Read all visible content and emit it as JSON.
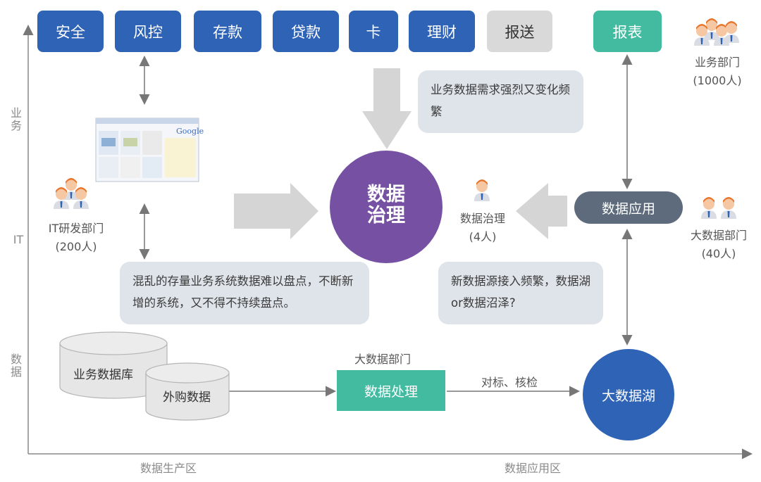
{
  "top_buttons": [
    "安全",
    "风控",
    "存款",
    "贷款",
    "卡",
    "理财",
    "报送"
  ],
  "report_button": "报表",
  "business_dept": {
    "name": "业务部门",
    "count": "(1000人)"
  },
  "it_dept": {
    "name": "IT研发部门",
    "count": "(200人)"
  },
  "center": {
    "line1": "数据",
    "line2": "治理"
  },
  "governance_team": {
    "name": "数据治理",
    "count": "(4人)"
  },
  "data_app": "数据应用",
  "bigdata_dept": {
    "name": "大数据部门",
    "count": "(40人)"
  },
  "notes": {
    "business_demand": "业务数据需求强烈又变化频繁",
    "it_chaos": "混乱的存量业务系统数据难以盘点，不断新增的系统，又不得不持续盘点。",
    "new_sources": "新数据源接入频繁，数据湖or数据沼泽?"
  },
  "db": {
    "business": "业务数据库",
    "external": "外购数据"
  },
  "processing": {
    "dept": "大数据部门",
    "label": "数据处理"
  },
  "reconcile": "对标、核检",
  "lake": "大数据湖",
  "axis": {
    "y_business": "业务",
    "y_it": "IT",
    "y_data": "数据",
    "x_production": "数据生产区",
    "x_application": "数据应用区"
  },
  "screenshot_logo": "Google",
  "colors": {
    "blue": "#2f63b5",
    "teal": "#42bba1",
    "purple": "#7650a3",
    "slate": "#5e6b7d",
    "lake": "#2f63b5"
  }
}
